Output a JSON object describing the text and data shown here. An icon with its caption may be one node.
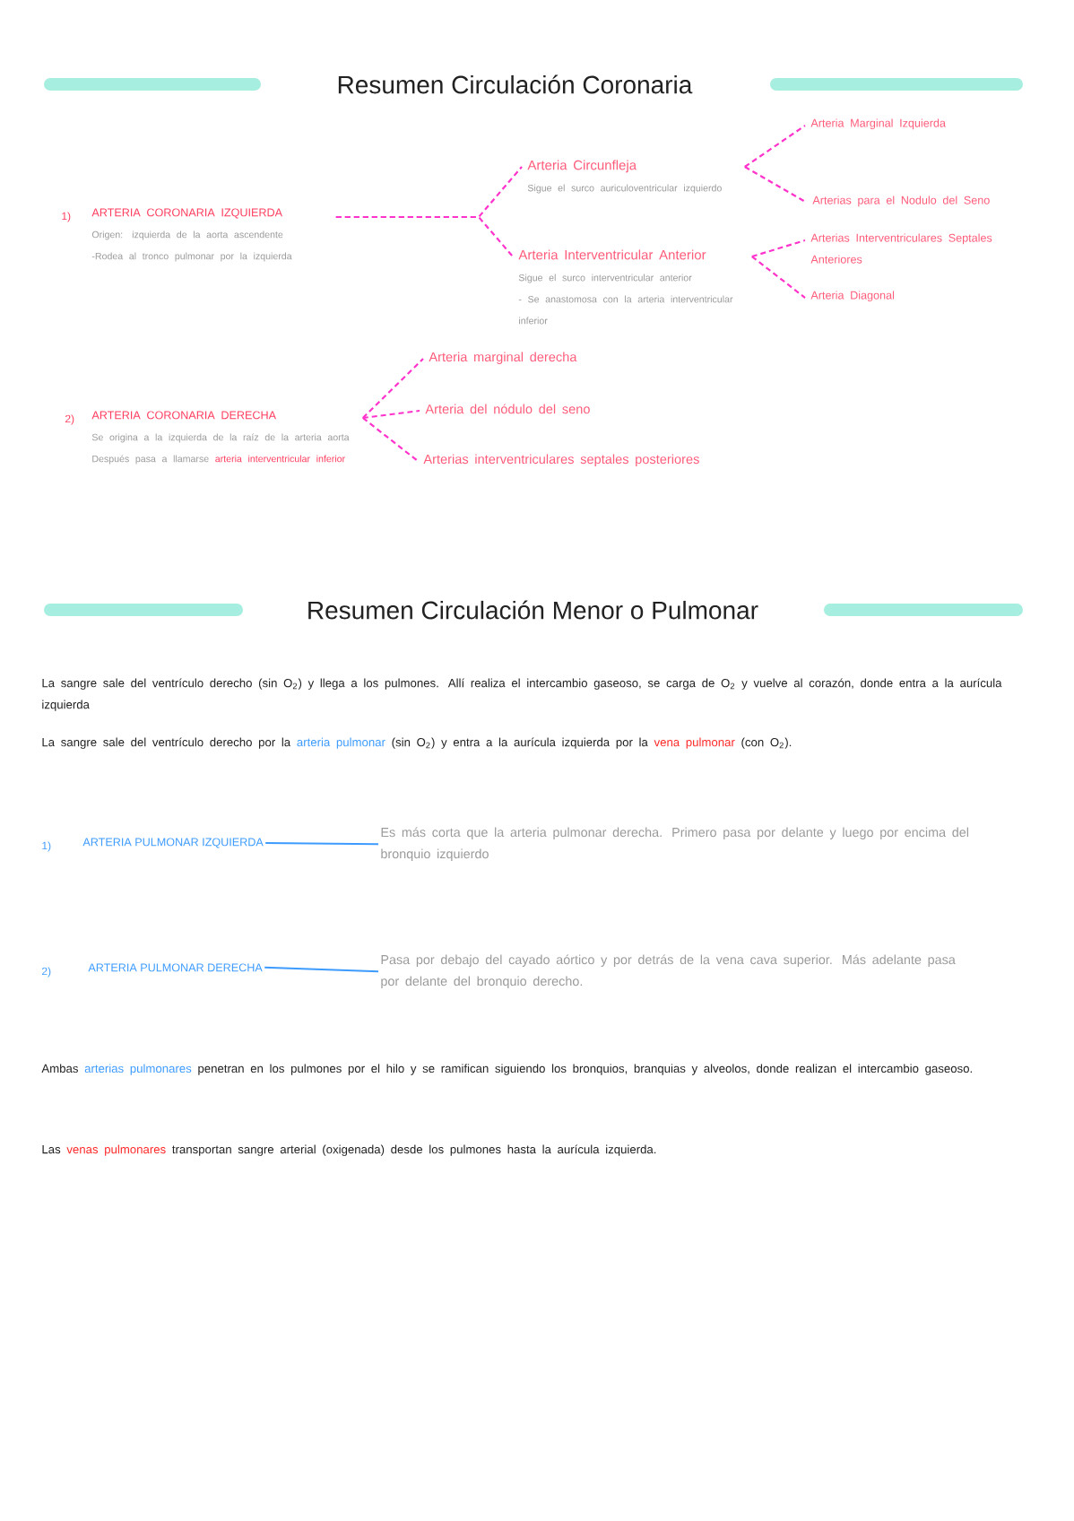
{
  "diagram": {
    "title": "Resumen Circulación Coronaria",
    "nodes": [
      {
        "text": [
          "ARTERIA CORONARIA IZQUIERDA",
          "Origen: izquierda de la aorta ascendente",
          "-Rodea al tronco pulmonar por la izquierda"
        ],
        "beside": [
          "1)"
        ]
      },
      {
        "text": [
          "Arteria Circunfleja",
          "Sigue el surco auriculoventricular izquierdo"
        ]
      },
      {
        "text": [
          "Arteria Interventricular Anterior",
          "Sigue el surco interventricular anterior",
          "- Se anastomosa con la arteria interventricular inferior"
        ]
      },
      {
        "text": [
          "Arteria Marginal Izquierda"
        ]
      },
      {
        "text": [
          "Arterias para el Nodulo del Seno"
        ]
      },
      {
        "text": [
          "Arterias Interventriculares Septales Anteriores"
        ]
      },
      {
        "text": [
          "Arteria Diagonal"
        ]
      },
      {
        "text": [
          "ARTERIA CORONARIA DERECHA",
          "Se origina a la izquierda de la raíz de la arteria aorta",
          "Después pasa a llamarse",
          "arteria interventricular inferior"
        ],
        "beside": [
          "2)"
        ]
      },
      {
        "text": [
          "Arteria marginal derecha"
        ]
      },
      {
        "text": [
          "Arteria del nódulo del seno"
        ]
      },
      {
        "text": [
          "Arterias interventriculares septales posteriores"
        ]
      },
      {
        "text": [
          "ARTERIA PULMONAR IZQUIERDA"
        ],
        "beside": [
          "1)"
        ]
      },
      {
        "text": [
          "Es más corta que la arteria pulmonar derecha. Primero pasa por delante y luego por encima del bronquio izquierdo"
        ]
      },
      {
        "text": [
          "ARTERIA PULMONAR DERECHA"
        ],
        "beside": [
          "2)"
        ]
      },
      {
        "text": [
          "Pasa por debajo del cayado aórtico y por detrás de la vena cava superior. Más adelante pasa por delante del bronquio derecho."
        ]
      }
    ],
    "edges": [
      {
        "from": 0,
        "to": 1,
        "arrow": "none",
        "style": "dashed"
      },
      {
        "from": 0,
        "to": 2,
        "arrow": "none",
        "style": "dashed"
      },
      {
        "from": 1,
        "to": 3,
        "arrow": "none",
        "style": "dashed"
      },
      {
        "from": 1,
        "to": 4,
        "arrow": "none",
        "style": "dashed"
      },
      {
        "from": 2,
        "to": 5,
        "arrow": "none",
        "style": "dashed"
      },
      {
        "from": 2,
        "to": 6,
        "arrow": "none",
        "style": "dashed"
      },
      {
        "from": 7,
        "to": 8,
        "arrow": "none",
        "style": "dashed"
      },
      {
        "from": 7,
        "to": 9,
        "arrow": "none",
        "style": "dashed"
      },
      {
        "from": 7,
        "to": 10,
        "arrow": "none",
        "style": "dashed"
      },
      {
        "from": 11,
        "to": 12,
        "arrow": "none",
        "color": "#3d9bff"
      },
      {
        "from": 13,
        "to": 14,
        "arrow": "none",
        "color": "#3d9bff"
      }
    ],
    "labels": [
      "Resumen Circulación Menor o Pulmonar",
      "La sangre sale del ventrículo derecho (sin O$_{2}$) y llega a los pulmones. Allí realiza el intercambio gaseoso, se carga de O$_{2}$ y vuelve al corazón, donde entra a la aurícula izquierda",
      "La sangre sale del ventrículo derecho por la",
      "arteria pulmonar",
      "(sin O$_{2}$) y entra a la aurícula izquierda por la",
      "vena pulmonar",
      "(con O$_{2}$).",
      "Ambas",
      "arterias pulmonares",
      "penetran en los pulmones por el hilo y se ramifican siguiendo los bronquios, branquias y alveolos, donde realizan el intercambio gaseoso.",
      "Las",
      "venas pulmonares",
      "transportan sangre arterial (oxigenada) desde los pulmones hasta la aurícula izquierda."
    ]
  }
}
